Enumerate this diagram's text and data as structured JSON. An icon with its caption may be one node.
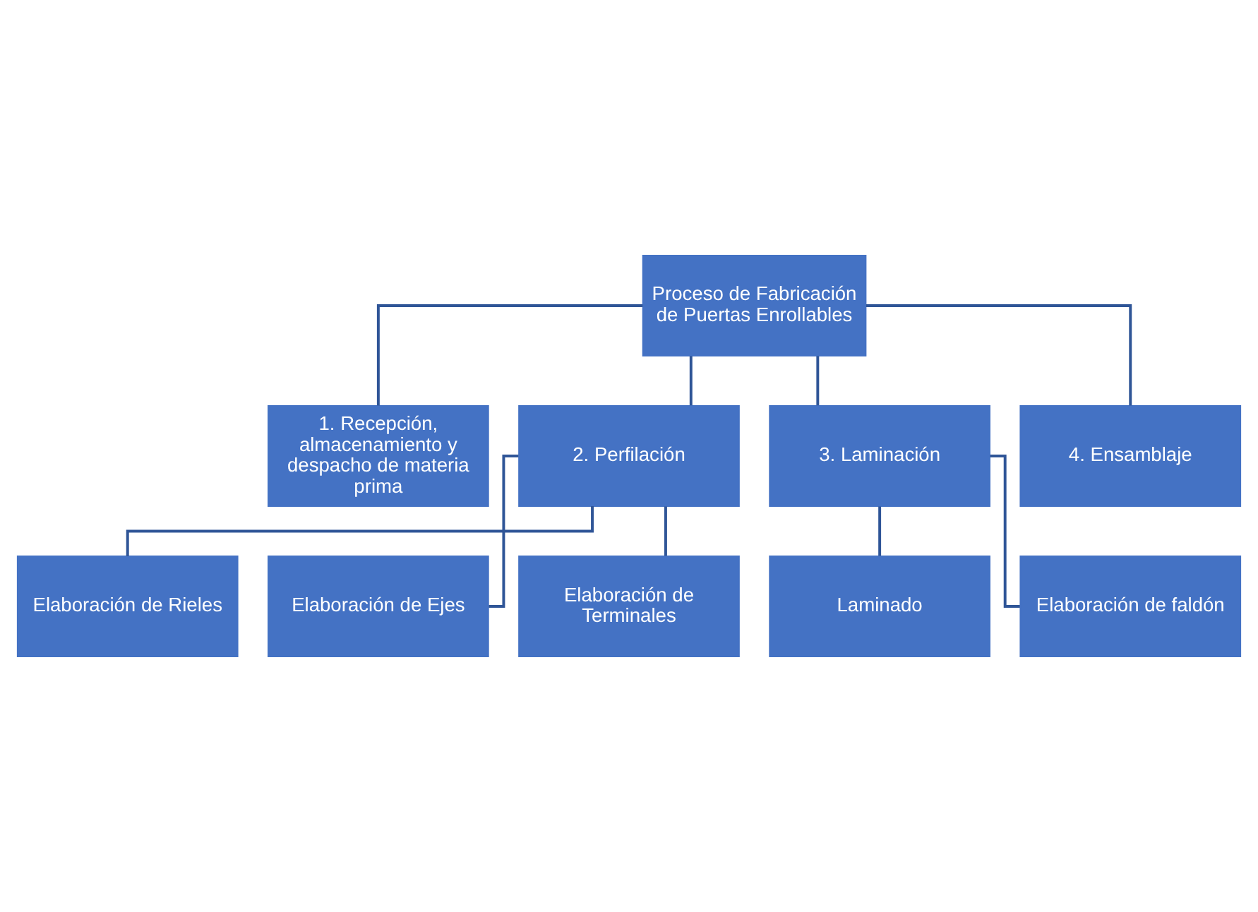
{
  "diagram": {
    "nodes": [
      {
        "text": [
          "Proceso de Fabricación de Puertas Enrollables"
        ]
      },
      {
        "text": [
          "1. Recepción, almacenamiento y despacho de materia prima"
        ]
      },
      {
        "text": [
          "2. Perfilación"
        ]
      },
      {
        "text": [
          "3. Laminación"
        ]
      },
      {
        "text": [
          "4. Ensamblaje"
        ]
      },
      {
        "text": [
          "Elaboración de Rieles"
        ]
      },
      {
        "text": [
          "Elaboración de Ejes"
        ]
      },
      {
        "text": [
          "Elaboración de Terminales"
        ]
      },
      {
        "text": [
          "Laminado"
        ]
      },
      {
        "text": [
          "Elaboración de faldón"
        ]
      }
    ],
    "edges": [
      {
        "from": 0,
        "to": 1,
        "arrow": "none"
      },
      {
        "from": 0,
        "to": 2,
        "arrow": "none"
      },
      {
        "from": 0,
        "to": 3,
        "arrow": "none"
      },
      {
        "from": 0,
        "to": 4,
        "arrow": "none"
      },
      {
        "from": 2,
        "to": 5,
        "arrow": "none"
      },
      {
        "from": 2,
        "to": 6,
        "arrow": "none"
      },
      {
        "from": 2,
        "to": 7,
        "arrow": "none"
      },
      {
        "from": 3,
        "to": 8,
        "arrow": "none"
      },
      {
        "from": 3,
        "to": 9,
        "arrow": "none"
      }
    ]
  }
}
